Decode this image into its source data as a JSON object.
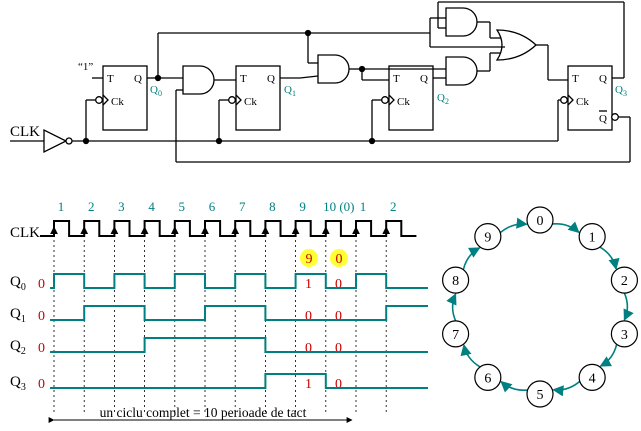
{
  "circuit": {
    "const_input": "“1”",
    "clk_input": "CLK",
    "flipflops": [
      {
        "t": "T",
        "q": "Q",
        "ck": "Ck",
        "out": "Q",
        "sub": "0"
      },
      {
        "t": "T",
        "q": "Q",
        "ck": "Ck",
        "out": "Q",
        "sub": "1"
      },
      {
        "t": "T",
        "q": "Q",
        "ck": "Ck",
        "out": "Q",
        "sub": "2"
      },
      {
        "t": "T",
        "q": "Q",
        "ck": "Ck",
        "out": "Q",
        "sub": "3",
        "qbar": "Q"
      }
    ]
  },
  "timing": {
    "clk_label": "CLK",
    "pulse_numbers": [
      "1",
      "2",
      "3",
      "4",
      "5",
      "6",
      "7",
      "8",
      "9",
      "10 (0)",
      "1",
      "2"
    ],
    "highlight_badges": [
      "9",
      "0"
    ],
    "highlight_color": "#ffff33",
    "signals": [
      {
        "label": "Q",
        "sub": "0",
        "start": "0",
        "mid": "1",
        "end": "0",
        "levels": [
          0,
          1,
          0,
          1,
          0,
          1,
          0,
          1,
          0,
          1,
          0,
          1,
          0
        ]
      },
      {
        "label": "Q",
        "sub": "1",
        "start": "0",
        "mid": "0",
        "end": "0",
        "levels": [
          0,
          0,
          1,
          1,
          0,
          0,
          1,
          1,
          0,
          0,
          0,
          0,
          1
        ]
      },
      {
        "label": "Q",
        "sub": "2",
        "start": "0",
        "mid": "0",
        "end": "0",
        "levels": [
          0,
          0,
          0,
          0,
          1,
          1,
          1,
          1,
          0,
          0,
          0,
          0,
          0
        ]
      },
      {
        "label": "Q",
        "sub": "3",
        "start": "0",
        "mid": "1",
        "end": "0",
        "levels": [
          0,
          0,
          0,
          0,
          0,
          0,
          0,
          0,
          1,
          1,
          0,
          0,
          0
        ]
      }
    ],
    "cycle_caption": "un ciclu complet = 10 perioade de tact",
    "wave_color": "#008080",
    "value_color": "#cc0000"
  },
  "state_diagram": {
    "states": [
      "0",
      "1",
      "2",
      "3",
      "4",
      "5",
      "6",
      "7",
      "8",
      "9"
    ],
    "arrow_color": "#008080"
  }
}
